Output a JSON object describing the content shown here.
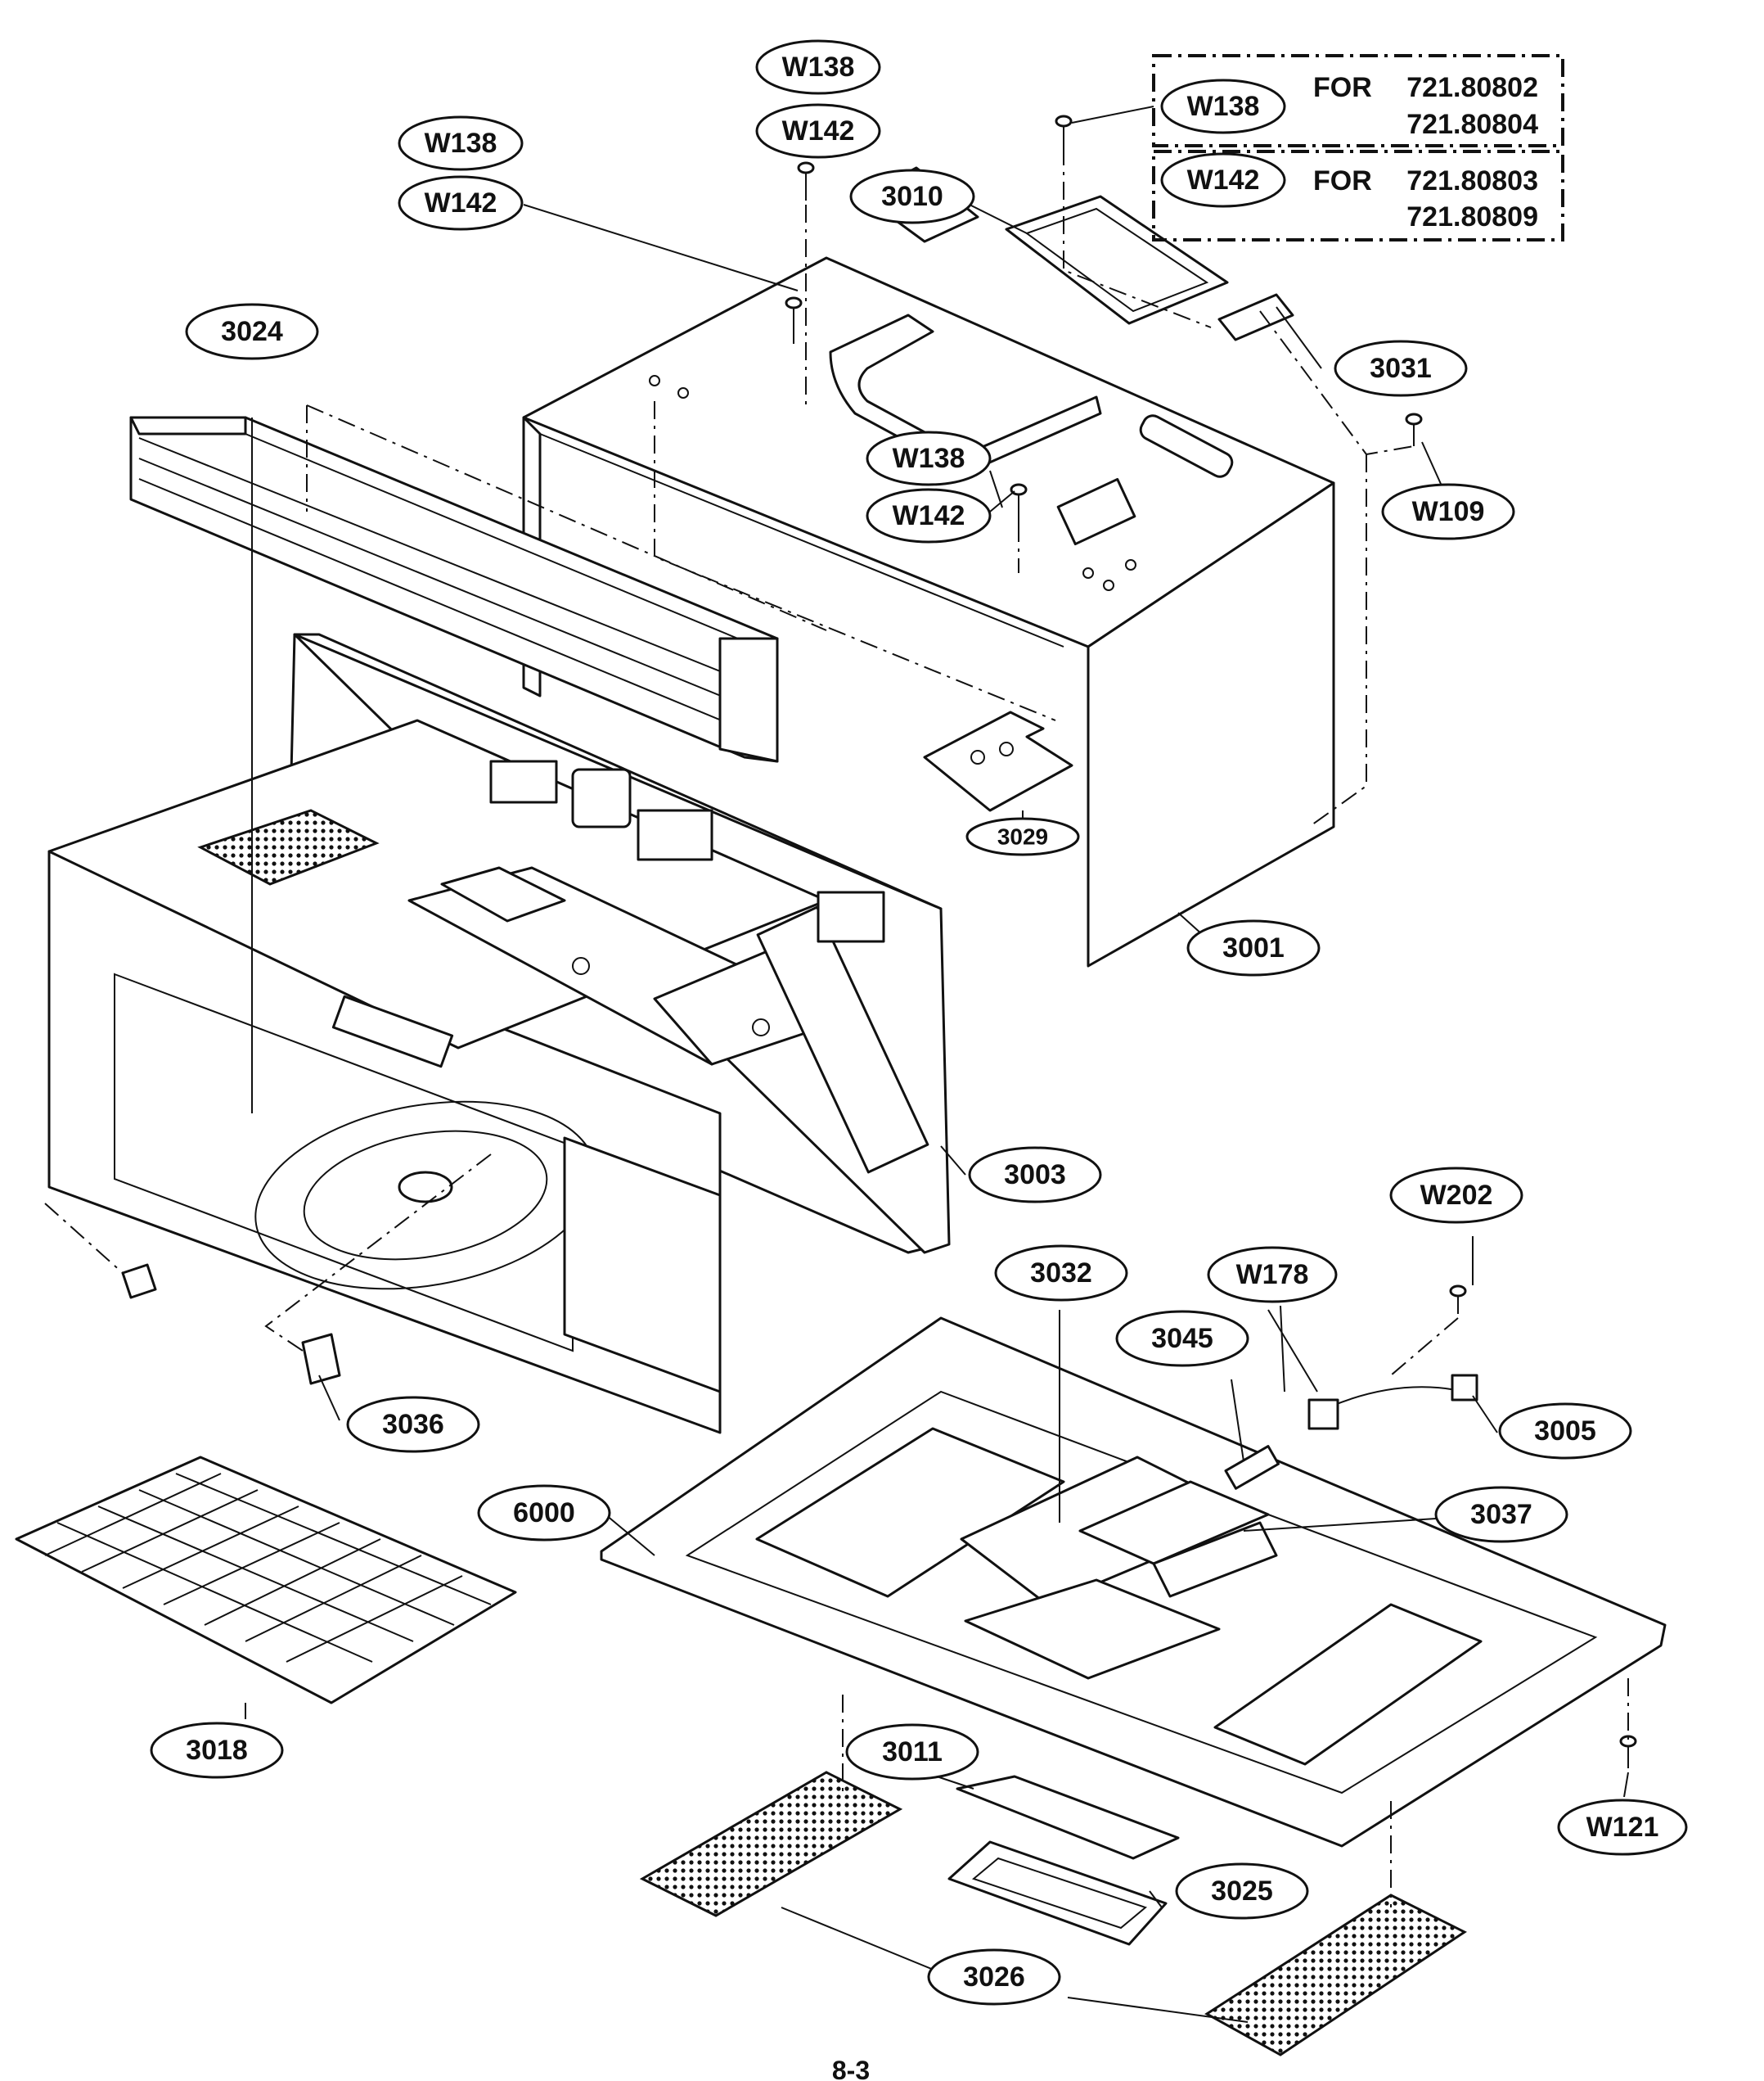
{
  "callouts": [
    {
      "id": "W138_top",
      "label": "W138"
    },
    {
      "id": "W142_top",
      "label": "W142"
    },
    {
      "id": "W138_left",
      "label": "W138"
    },
    {
      "id": "W142_left",
      "label": "W142"
    },
    {
      "id": "3010",
      "label": "3010"
    },
    {
      "id": "3024",
      "label": "3024"
    },
    {
      "id": "3031",
      "label": "3031"
    },
    {
      "id": "W138_mid",
      "label": "W138"
    },
    {
      "id": "W142_mid",
      "label": "W142"
    },
    {
      "id": "W109",
      "label": "W109"
    },
    {
      "id": "3029",
      "label": "3029"
    },
    {
      "id": "3001",
      "label": "3001"
    },
    {
      "id": "3003",
      "label": "3003"
    },
    {
      "id": "W202",
      "label": "W202"
    },
    {
      "id": "3032",
      "label": "3032"
    },
    {
      "id": "W178",
      "label": "W178"
    },
    {
      "id": "3045",
      "label": "3045"
    },
    {
      "id": "3005",
      "label": "3005"
    },
    {
      "id": "3036",
      "label": "3036"
    },
    {
      "id": "6000",
      "label": "6000"
    },
    {
      "id": "3037",
      "label": "3037"
    },
    {
      "id": "3018",
      "label": "3018"
    },
    {
      "id": "3011",
      "label": "3011"
    },
    {
      "id": "W121",
      "label": "W121"
    },
    {
      "id": "3025",
      "label": "3025"
    },
    {
      "id": "3026",
      "label": "3026"
    }
  ],
  "notes": [
    {
      "screw": "W138",
      "prefix": "FOR",
      "line1": "721.80802",
      "line2": "721.80804"
    },
    {
      "screw": "W142",
      "prefix": "FOR",
      "line1": "721.80803",
      "line2": "721.80809"
    }
  ],
  "page_number": "8-3"
}
